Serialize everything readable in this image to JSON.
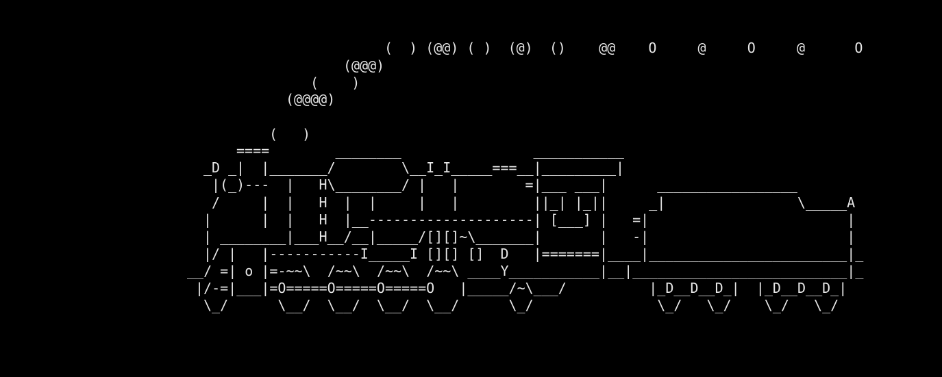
{
  "terminal": {
    "background_color": "#000000",
    "text_color": "#e6e6e6",
    "smoke": [
      "(  ) (@@) ( )  (@)  ()    @@    O     @     O     @      O",
      "(@@@)",
      "(    )",
      "(@@@@)",
      "(   )"
    ],
    "locomotive": [
      "====        ________                ___________",
      "_D _|  |_______/        \\__I_I_____===__|_________|",
      "|(_)---  |   H\\________/ |   |        =|___ ___|      _________________",
      "/     |  |   H  |  |     |   |         ||_| |_||     _|                \\_____A",
      "|      |  |   H  |__--------------------| [___] |   =|                        |",
      "| ________|___H__/__|_____/[][]~\\_______|       |   -|                        |",
      "|/ |   |-----------I_____I [][] []  D   |=======|____|________________________|_",
      "__/ =| o |=-~~\\  /~~\\  /~~\\  /~~\\ ____Y___________|__|__________________________|_",
      "|/-=|___|=O=====O=====O=====O   |_____/~\\___/          |_D__D__D_|  |_D__D__D_|",
      "\\_/      \\__/  \\__/  \\__/  \\__/      \\_/               \\_/   \\_/    \\_/   \\_/"
    ]
  }
}
